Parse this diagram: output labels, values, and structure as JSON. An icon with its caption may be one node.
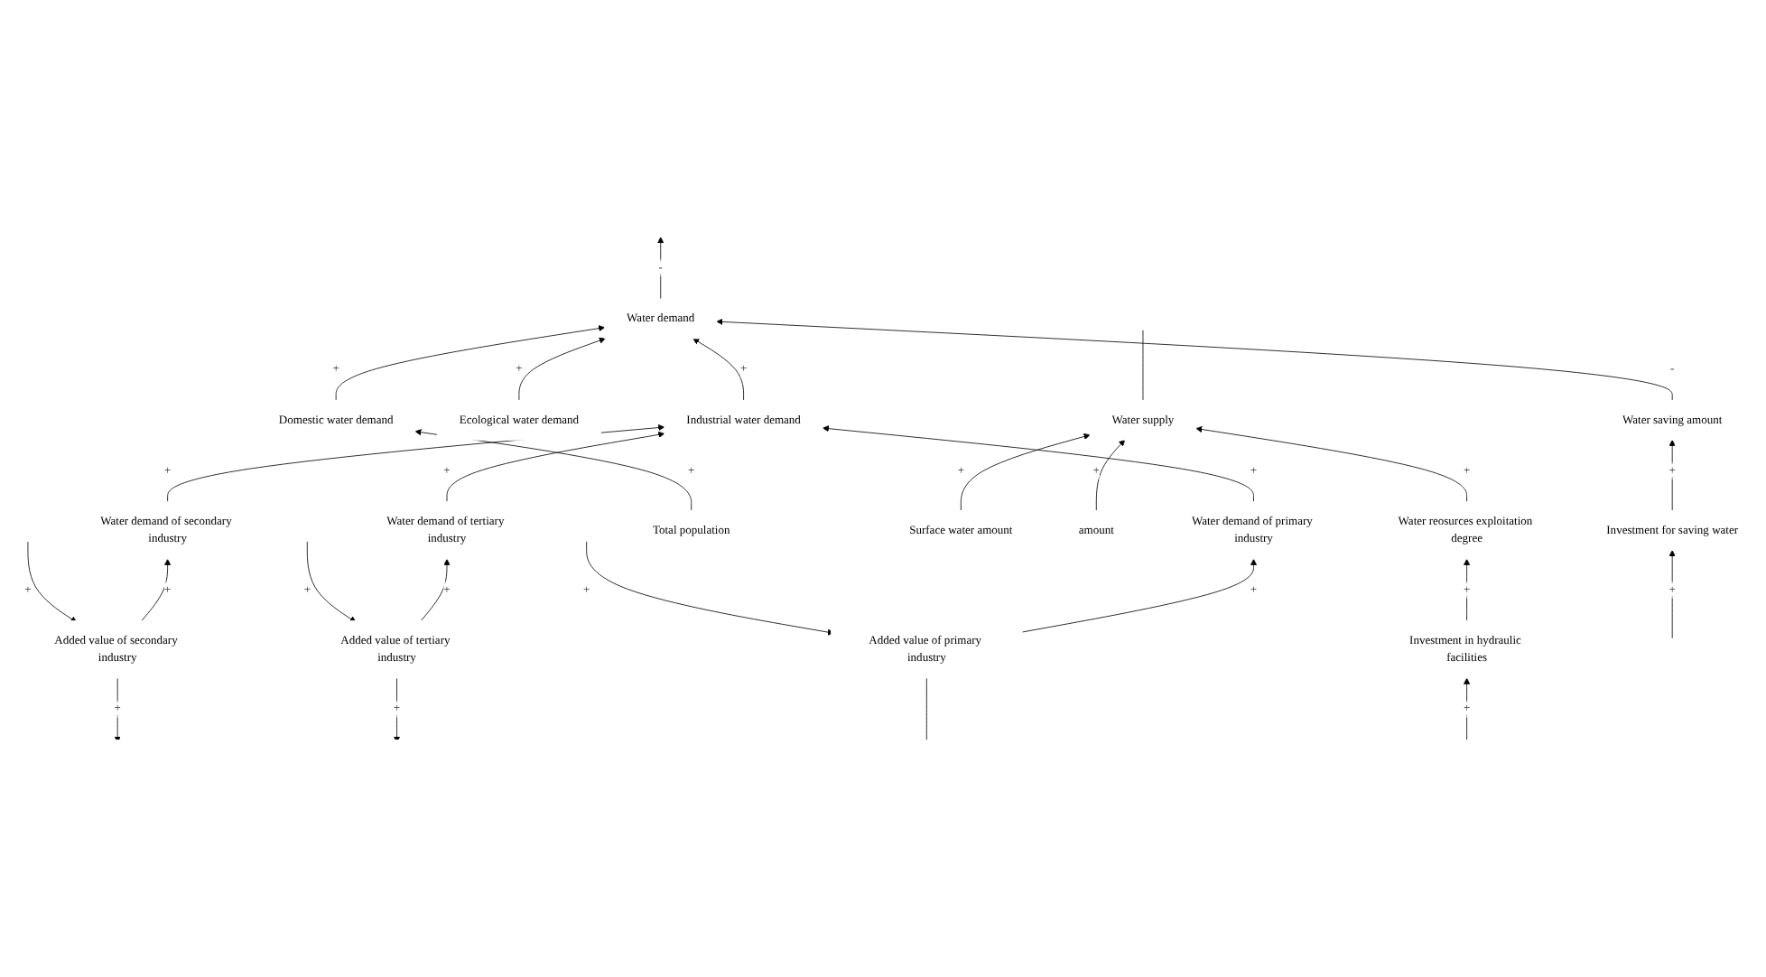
{
  "diagram": {
    "nodes": [
      {
        "text": [
          "amount"
        ]
      },
      {
        "text": [
          "Surface water amount"
        ]
      },
      {
        "text": [
          "Water supply"
        ]
      },
      {
        "text": [
          "Water demand"
        ]
      },
      {
        "text": [
          "Water saving amount"
        ]
      },
      {
        "text": [
          "Domestic water demand"
        ]
      },
      {
        "text": [
          "Ecological water demand"
        ]
      },
      {
        "text": [
          "Industrial water demand"
        ]
      },
      {
        "text": [
          "Total population"
        ]
      },
      {
        "text": [
          "Water reosurces exploitation degree"
        ]
      },
      {
        "text": [
          "Water demand of secondary industry"
        ]
      },
      {
        "text": [
          "Water demand of primary industry"
        ]
      },
      {
        "text": [
          "Water demand of tertiary industry"
        ]
      },
      {
        "text": [
          "Investment in hydraulic facilities"
        ]
      },
      {
        "text": [
          "Investment for saving water"
        ]
      },
      {
        "text": [
          "Added value of secondary industry"
        ]
      },
      {
        "text": [
          "Added value of tertiary industry"
        ]
      },
      {
        "text": [
          "Added value of primary industry"
        ]
      }
    ],
    "edges": [
      {
        "from": 0,
        "to": 2,
        "arrow": "to",
        "label": "+"
      },
      {
        "from": 1,
        "to": 2,
        "arrow": "to",
        "label": "+"
      },
      {
        "from": 9,
        "to": 2,
        "arrow": "to",
        "label": "+"
      },
      {
        "from": 2,
        "to": null,
        "arrow": "none"
      },
      {
        "from": 3,
        "to": null,
        "arrow": "to",
        "label": "-"
      },
      {
        "from": 4,
        "to": 3,
        "arrow": "to",
        "label": "-"
      },
      {
        "from": 5,
        "to": 3,
        "arrow": "to",
        "label": "+"
      },
      {
        "from": 7,
        "to": 3,
        "arrow": "to",
        "label": "+"
      },
      {
        "from": 6,
        "to": 3,
        "arrow": "to",
        "label": "+"
      },
      {
        "from": 8,
        "to": 5,
        "arrow": "to",
        "label": "+"
      },
      {
        "from": 10,
        "to": 7,
        "arrow": "to",
        "label": "+"
      },
      {
        "from": 12,
        "to": 7,
        "arrow": "to",
        "label": "+"
      },
      {
        "from": 11,
        "to": 7,
        "arrow": "to",
        "label": "+"
      },
      {
        "from": 15,
        "to": 10,
        "arrow": "to",
        "label": "+"
      },
      {
        "from": 16,
        "to": 12,
        "arrow": "to",
        "label": "+"
      },
      {
        "from": 17,
        "to": 11,
        "arrow": "to",
        "label": "+"
      },
      {
        "from": 13,
        "to": 9,
        "arrow": "to",
        "label": "+"
      },
      {
        "from": 14,
        "to": 4,
        "arrow": "to",
        "label": "+"
      },
      {
        "from": null,
        "to": 15,
        "arrow": "to",
        "label": "+"
      },
      {
        "from": null,
        "to": 16,
        "arrow": "to",
        "label": "+"
      },
      {
        "from": null,
        "to": 17,
        "arrow": "to",
        "label": "+"
      },
      {
        "from": 15,
        "to": null,
        "arrow": "to",
        "label": "+"
      },
      {
        "from": 16,
        "to": null,
        "arrow": "to",
        "label": "+"
      },
      {
        "from": null,
        "to": 13,
        "arrow": "to",
        "label": "+"
      },
      {
        "from": null,
        "to": 14,
        "arrow": "to",
        "label": "+"
      },
      {
        "from": 17,
        "to": null,
        "arrow": "none"
      }
    ]
  }
}
